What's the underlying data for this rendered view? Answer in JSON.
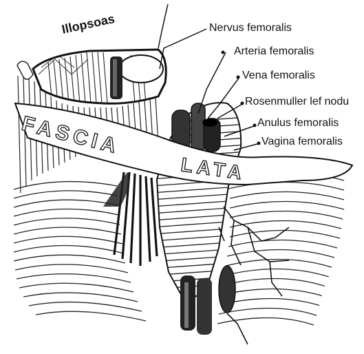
{
  "labels": {
    "iliopsoas": "Illopsoas",
    "nervus": "Nervus femoralis",
    "arteria": "Arteria femoralis",
    "vena": "Vena femoralis",
    "rosenmuller": "Rosenmuller lef nodu",
    "anulus": "Anulus femoralis",
    "vagina": "Vagina femoralis"
  },
  "band_text": {
    "fascia": "FASCIA",
    "lata": "LATA"
  }
}
